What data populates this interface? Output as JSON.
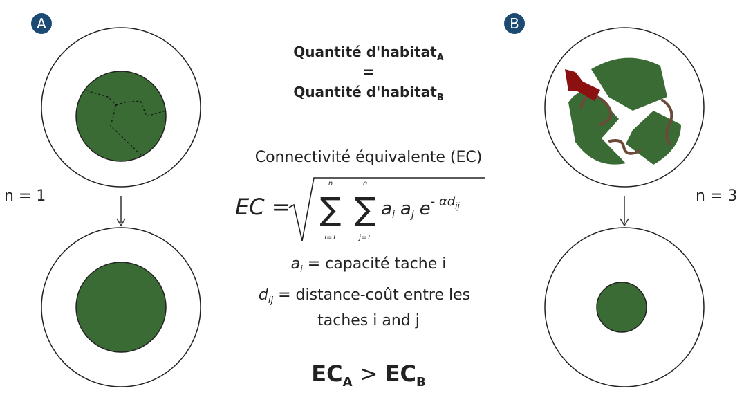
{
  "panel_a": {
    "badge": "A",
    "n_label": "n = 1"
  },
  "panel_b": {
    "badge": "B",
    "n_label": "n = 3"
  },
  "habitat": {
    "line1_main": "Quantité d'habitat",
    "line1_sub": "A",
    "equals": "=",
    "line2_main": "Quantité d'habitat",
    "line2_sub": "B"
  },
  "ec": {
    "title": "Connectivité équivalente (EC)",
    "lhs": "EC =",
    "sum_upper": "n",
    "sum_lower_i": "i=1",
    "sum_lower_j": "j=1",
    "sigma": "∑",
    "term_a": "a",
    "term_i": "i",
    "term_aj": "a",
    "term_j": "j",
    "term_e": "e",
    "exponent": "- αd",
    "exponent_sub": "ij"
  },
  "definitions": {
    "ai_var": "a",
    "ai_sub": "i",
    "ai_text": " = capacité tache i",
    "dij_var": "d",
    "dij_sub": "ij",
    "dij_text": " = distance-coût entre les",
    "dij_text2": "taches i and j"
  },
  "conclusion": {
    "ec_a": "EC",
    "sub_a": "A",
    "gt": " > ",
    "ec_b": "EC",
    "sub_b": "B"
  },
  "colors": {
    "habitat_green": "#3a6b35",
    "badge_blue": "#1d4a72",
    "corridor_brown": "#6b4a3a",
    "arrow_red": "#8b1010",
    "outline": "#222222"
  }
}
